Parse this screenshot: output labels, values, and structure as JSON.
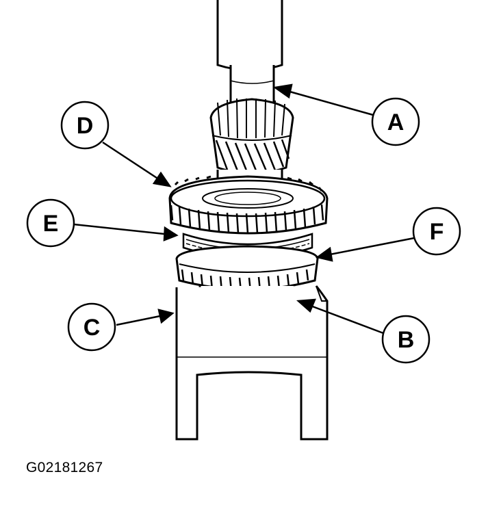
{
  "diagram": {
    "callouts": {
      "a": "A",
      "b": "B",
      "c": "C",
      "d": "D",
      "e": "E",
      "f": "F"
    },
    "figure_code": "G02181267"
  },
  "colors": {
    "line": "#000000",
    "background": "#ffffff"
  }
}
